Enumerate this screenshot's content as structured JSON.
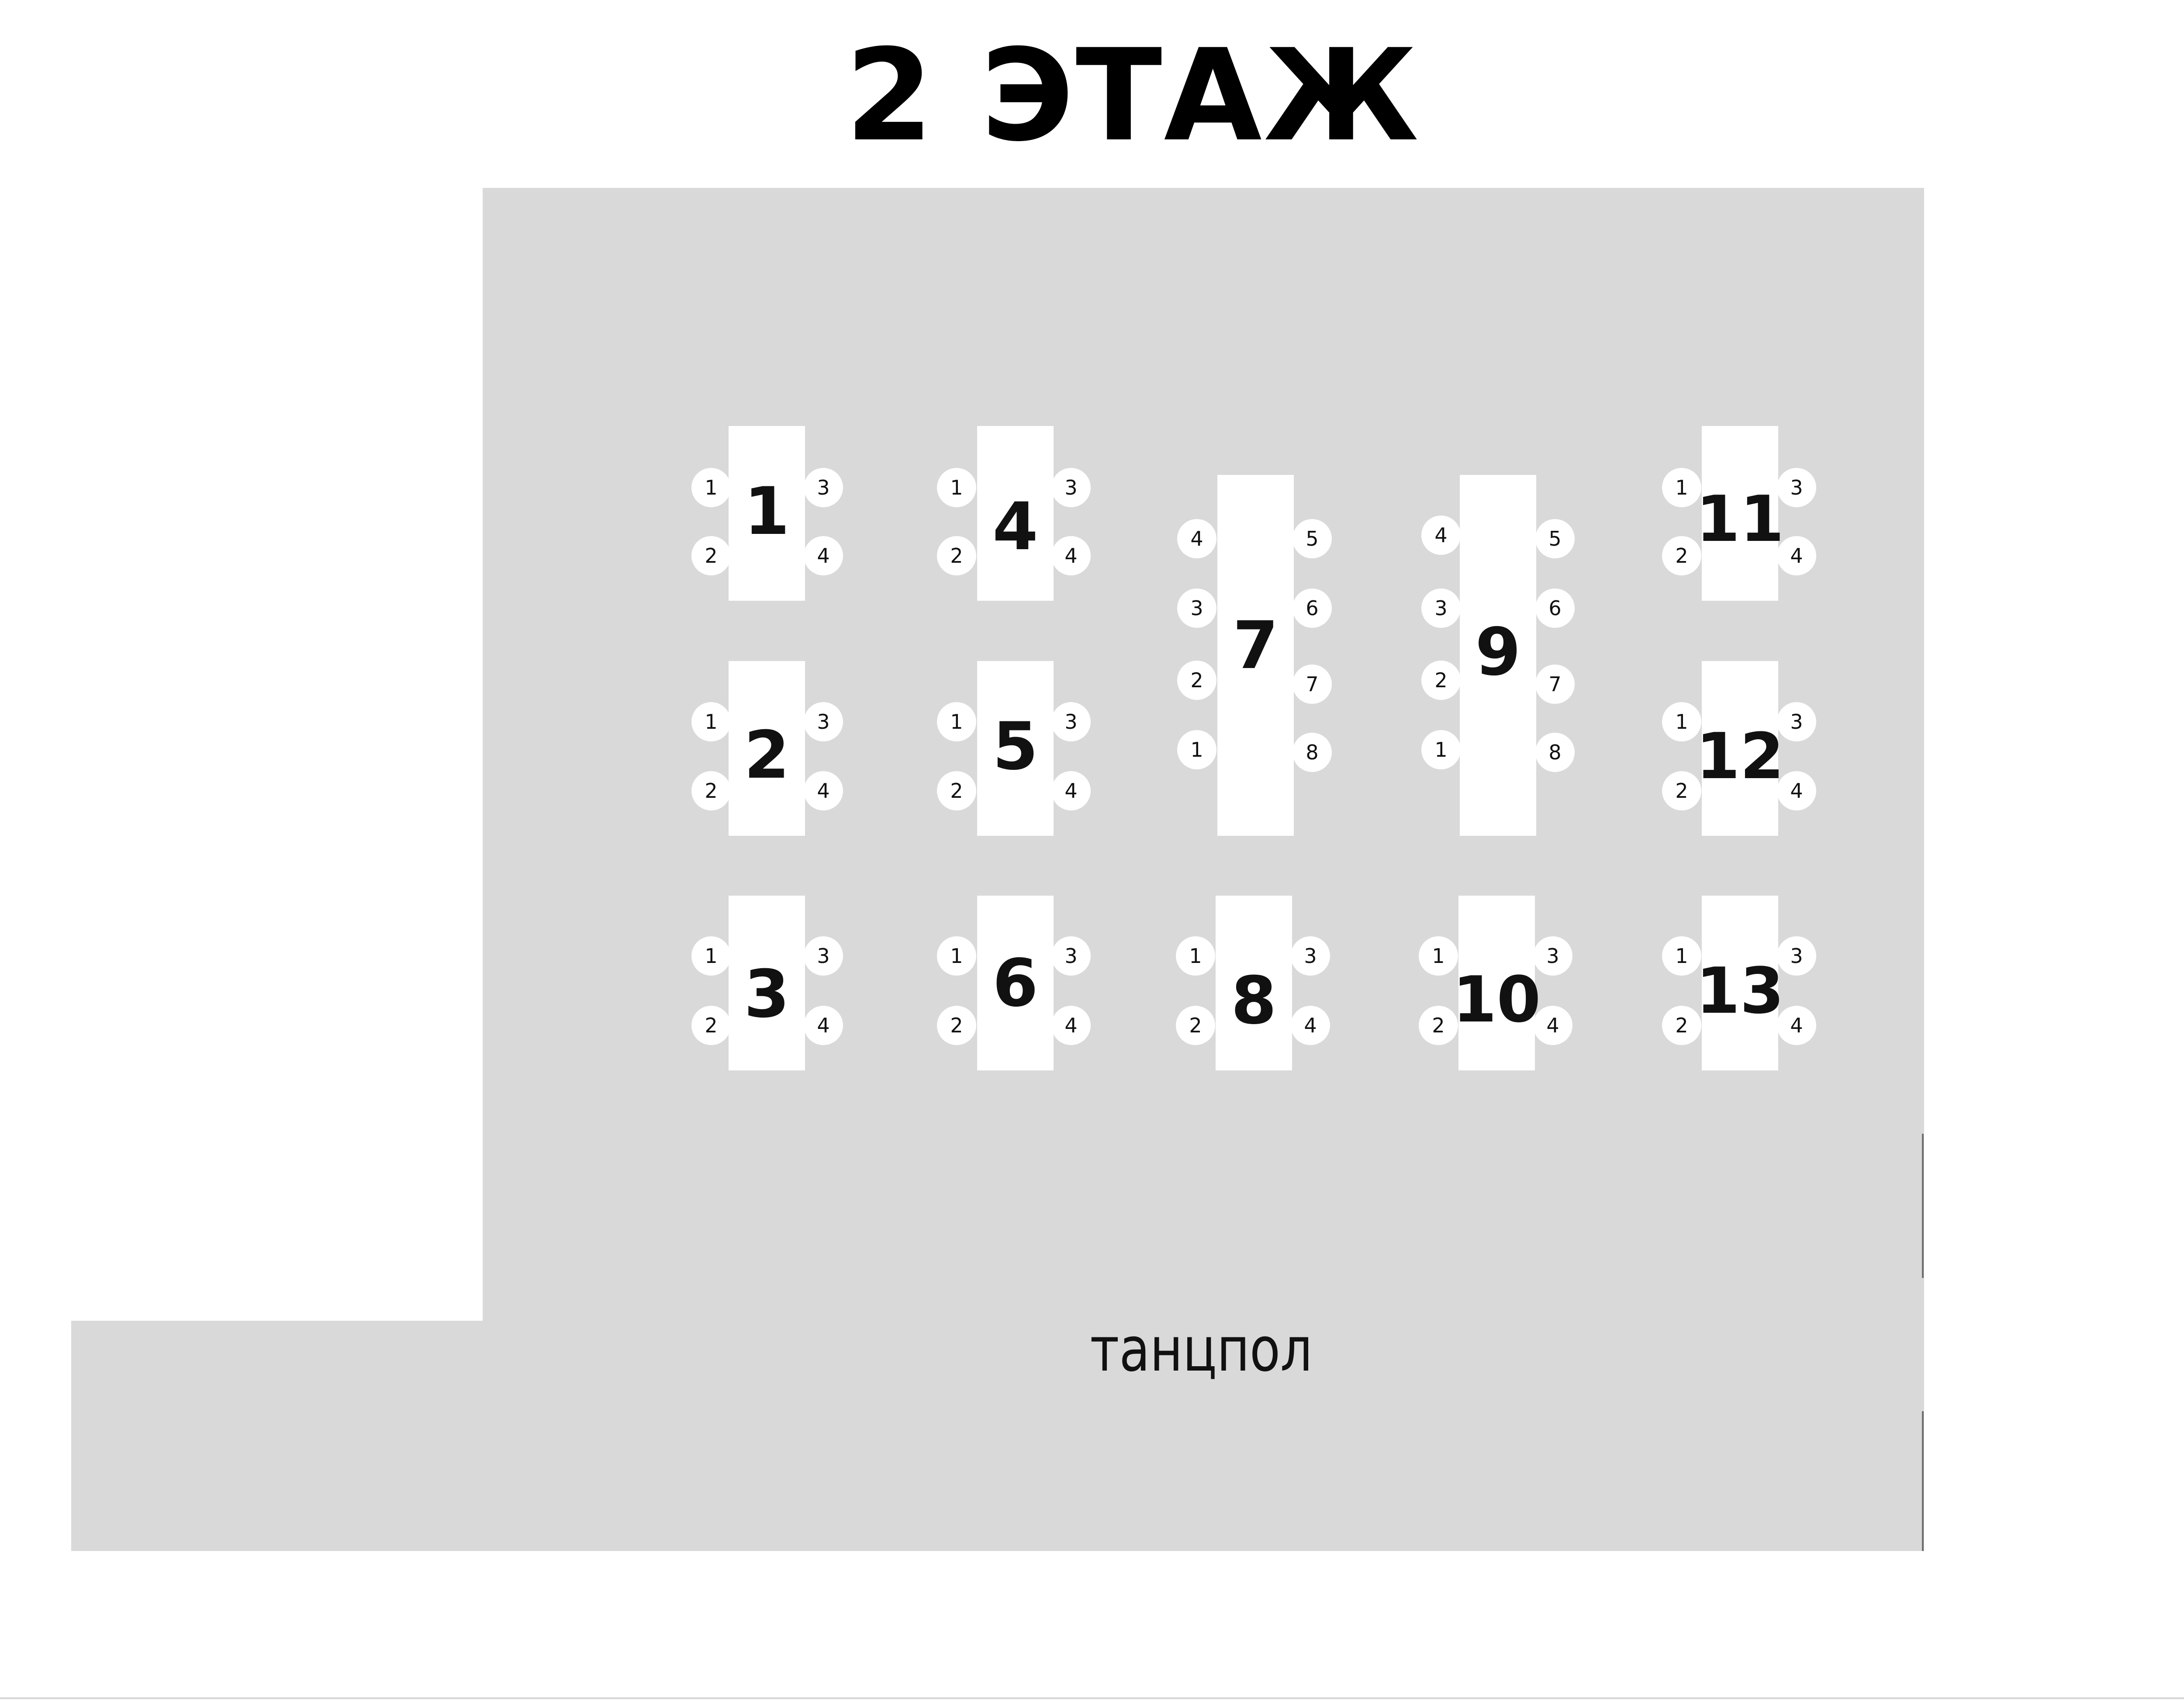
{
  "title": "2 ЭТАЖ",
  "dance_floor_label": "танцпол",
  "colors": {
    "floor": "#d9d9d9",
    "table": "#ffffff",
    "text": "#111111"
  },
  "tables": [
    {
      "label": "1",
      "seats": [
        "1",
        "2",
        "3",
        "4"
      ]
    },
    {
      "label": "2",
      "seats": [
        "1",
        "2",
        "3",
        "4"
      ]
    },
    {
      "label": "3",
      "seats": [
        "1",
        "2",
        "3",
        "4"
      ]
    },
    {
      "label": "4",
      "seats": [
        "1",
        "2",
        "3",
        "4"
      ]
    },
    {
      "label": "5",
      "seats": [
        "1",
        "2",
        "3",
        "4"
      ]
    },
    {
      "label": "6",
      "seats": [
        "1",
        "2",
        "3",
        "4"
      ]
    },
    {
      "label": "7",
      "seats": [
        "1",
        "2",
        "3",
        "4",
        "5",
        "6",
        "7",
        "8"
      ]
    },
    {
      "label": "8",
      "seats": [
        "1",
        "2",
        "3",
        "4"
      ]
    },
    {
      "label": "9",
      "seats": [
        "1",
        "2",
        "3",
        "4",
        "5",
        "6",
        "7",
        "8"
      ]
    },
    {
      "label": "10",
      "seats": [
        "1",
        "2",
        "3",
        "4"
      ]
    },
    {
      "label": "11",
      "seats": [
        "1",
        "2",
        "3",
        "4"
      ]
    },
    {
      "label": "12",
      "seats": [
        "1",
        "2",
        "3",
        "4"
      ]
    },
    {
      "label": "13",
      "seats": [
        "1",
        "2",
        "3",
        "4"
      ]
    }
  ]
}
